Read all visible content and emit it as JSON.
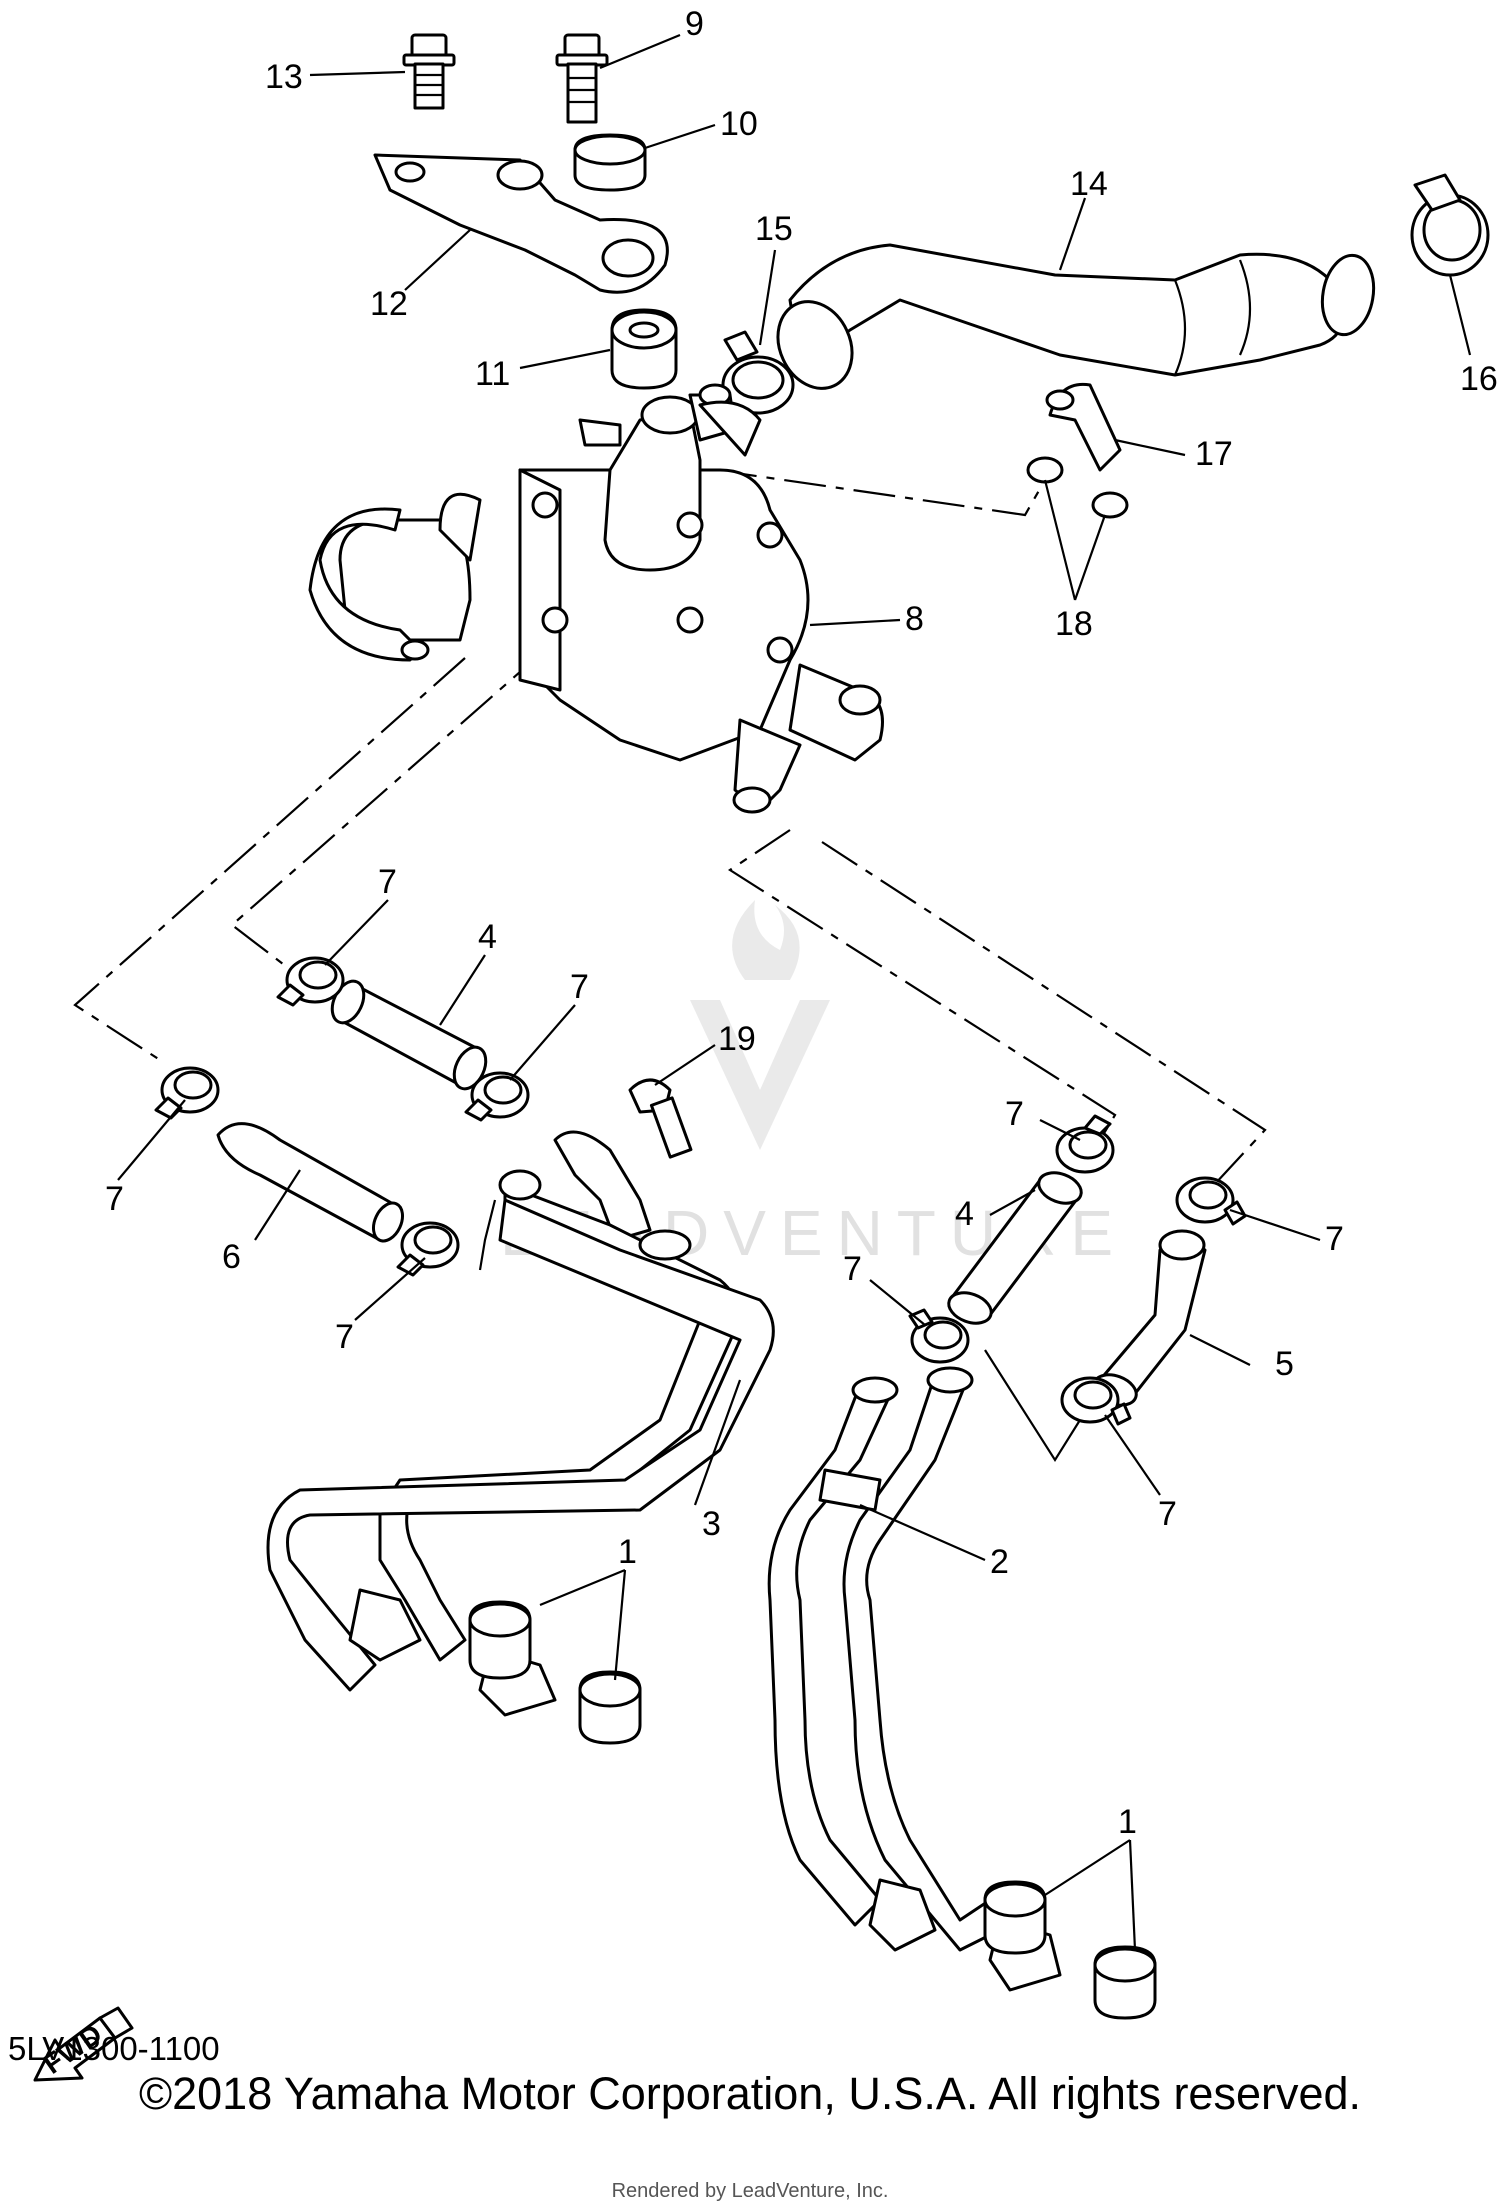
{
  "diagram": {
    "callouts": {
      "c1a": "1",
      "c1b": "1",
      "c2": "2",
      "c3": "3",
      "c4a": "4",
      "c4b": "4",
      "c5": "5",
      "c6": "6",
      "c7a": "7",
      "c7b": "7",
      "c7c": "7",
      "c7d": "7",
      "c7e": "7",
      "c7f": "7",
      "c7g": "7",
      "c7h": "7",
      "c8": "8",
      "c9": "9",
      "c10": "10",
      "c11": "11",
      "c12": "12",
      "c13": "13",
      "c14": "14",
      "c15": "15",
      "c16": "16",
      "c17": "17",
      "c18": "18",
      "c19": "19"
    },
    "fwd_label": "FWD",
    "watermark": "LEADVENTURE"
  },
  "footer": {
    "diagram_code": "5LV1300-1100",
    "copyright": "©2018 Yamaha Motor Corporation, U.S.A. All rights reserved.",
    "rendered_by": "Rendered by LeadVenture, Inc."
  }
}
